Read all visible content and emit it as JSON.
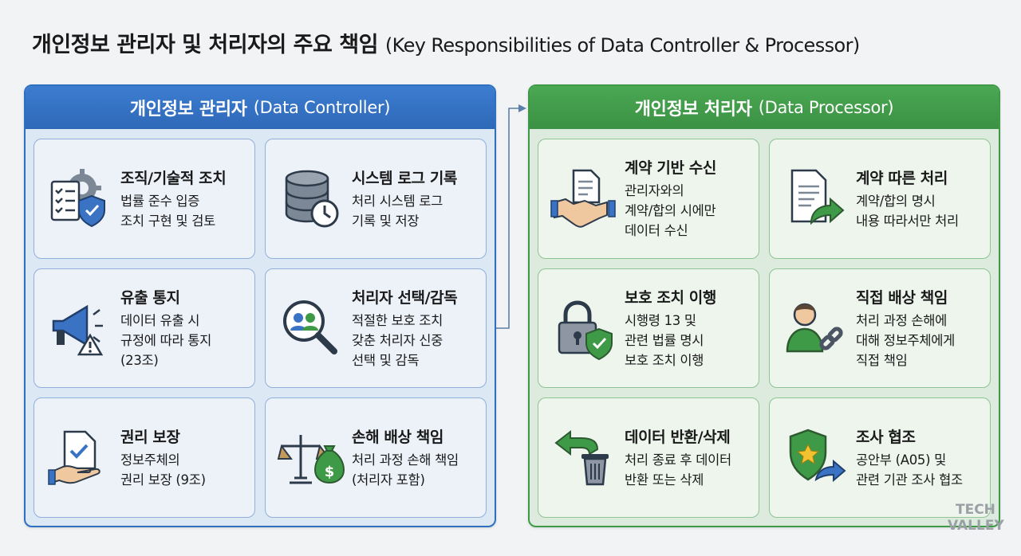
{
  "title": {
    "ko": "개인정보 관리자 및 처리자의 주요 책임",
    "en": "(Key Responsibilities of Data Controller & Processor)"
  },
  "controller": {
    "title_ko": "개인정보 관리자",
    "title_en": "(Data Controller)",
    "cards": [
      {
        "heading": "조직/기술적 조치",
        "body": "법률 준수 입증\n조치 구현 및 검토",
        "icon": "gear-checklist-shield-icon"
      },
      {
        "heading": "시스템 로그 기록",
        "body": "처리 시스템 로그\n기록 및 저장",
        "icon": "database-clock-icon"
      },
      {
        "heading": "유출 통지",
        "body": "데이터 유출 시\n규정에 따라 통지\n(23조)",
        "icon": "megaphone-warning-icon"
      },
      {
        "heading": "처리자 선택/감독",
        "body": "적절한 보호 조치\n갖춘 처리자 신중\n선택 및 감독",
        "icon": "magnifier-users-icon"
      },
      {
        "heading": "권리 보장",
        "body": "정보주체의\n권리 보장 (9조)",
        "icon": "document-hand-icon"
      },
      {
        "heading": "손해 배상 책임",
        "body": "처리 과정 손해 책임\n(처리자 포함)",
        "icon": "scale-moneybag-icon"
      }
    ]
  },
  "processor": {
    "title_ko": "개인정보 처리자",
    "title_en": "(Data Processor)",
    "cards": [
      {
        "heading": "계약 기반 수신",
        "body": "관리자와의\n계약/합의 시에만\n데이터 수신",
        "icon": "handshake-document-icon"
      },
      {
        "heading": "계약 따른 처리",
        "body": "계약/합의 명시\n내용 따라서만 처리",
        "icon": "document-arrow-icon"
      },
      {
        "heading": "보호 조치 이행",
        "body": "시행령 13 및\n관련 법률 명시\n보호 조치 이행",
        "icon": "lock-shield-icon"
      },
      {
        "heading": "직접 배상 책임",
        "body": "처리 과정 손해에\n대해 정보주체에게\n직접 책임",
        "icon": "person-chain-icon"
      },
      {
        "heading": "데이터 반환/삭제",
        "body": "처리 종료 후 데이터\n반환 또는 삭제",
        "icon": "return-trash-icon"
      },
      {
        "heading": "조사 협조",
        "body": "공안부 (A05) 및\n관련 기관 조사 협조",
        "icon": "badge-arrow-icon"
      }
    ]
  },
  "logo": {
    "line1": "TECH",
    "line2": "VALLEY"
  },
  "colors": {
    "controller": "#2f6fc0",
    "processor": "#3f9a48"
  }
}
